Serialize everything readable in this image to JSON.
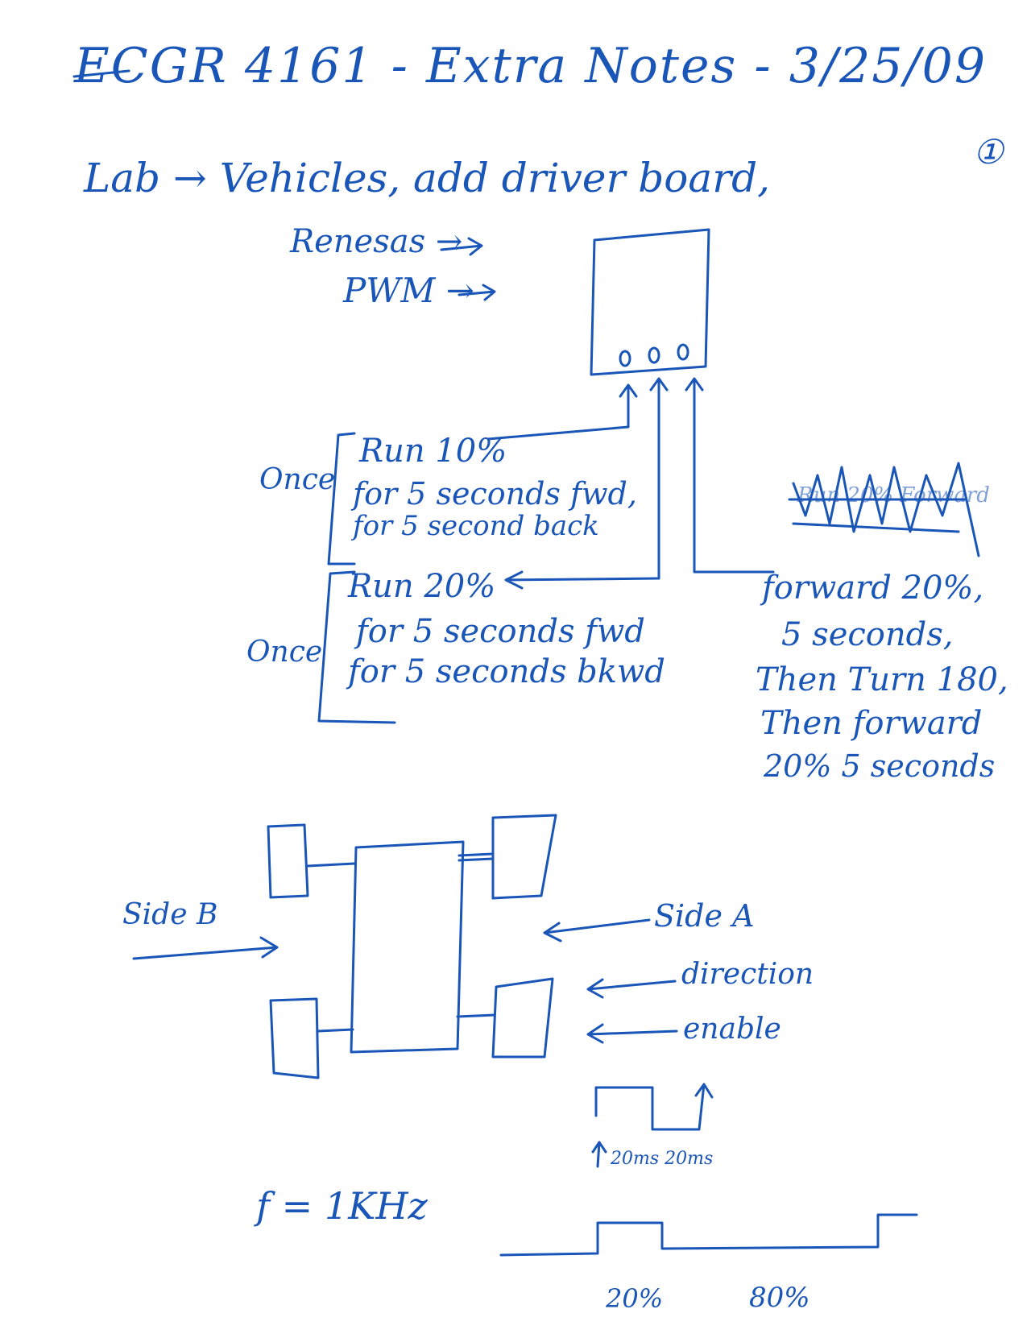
{
  "header": {
    "title": "ECGR 4161 - Extra Notes - 3/25/09",
    "page_mark": "①"
  },
  "lab_line": "Lab → Vehicles, add driver board,",
  "inputs": {
    "renesas": "Renesas →",
    "pwm": "PWM →"
  },
  "left_notes": {
    "once_1": "Once",
    "block_1": [
      "Run 10%",
      "for 5 seconds fwd,",
      "for 5 second back"
    ],
    "once_2": "Once",
    "block_2": [
      "Run 20%",
      "for 5 seconds fwd",
      "for 5 seconds bkwd"
    ]
  },
  "right_notes": {
    "scribble": "Run 20% Forward",
    "lines": [
      "forward 20%,",
      "5 seconds,",
      "Then Turn 180,",
      "Then forward",
      "20% 5 seconds"
    ]
  },
  "vehicle": {
    "side_b": "Side B",
    "side_a": "Side A",
    "direction": "direction",
    "enable": "enable"
  },
  "timing": {
    "interval_label": "20ms 20ms",
    "frequency": "f = 1KHz",
    "duty_high": "20%",
    "duty_low": "80%"
  },
  "colors": {
    "ink": "#1a56b8",
    "paper": "#ffffff"
  }
}
